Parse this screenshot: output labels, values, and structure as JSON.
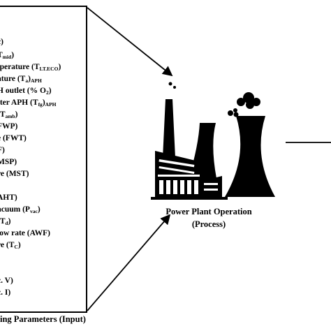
{
  "input_parameters": [
    "c)",
    "T",
    "mperature (T",
    "ature (T",
    "H outlet (% O",
    "fter APH (T",
    "(T",
    "FWP)",
    "e (FWT)",
    "F)",
    "MSP)",
    "re (MST)",
    ")",
    "AHT)",
    "acuum (P",
    "(T",
    "low rate (AWF)",
    "re (T",
    ".",
    "",
    "c. V)",
    "c. I)"
  ],
  "input_subscripts": [
    "",
    "mid",
    "LT.ECO",
    "a",
    "2",
    "fg",
    "amb",
    "",
    "",
    "",
    "",
    "",
    "",
    "",
    "vac",
    "d",
    "",
    "C",
    "",
    "",
    "",
    ""
  ],
  "input_tails": [
    "",
    ")",
    ")",
    ")APH",
    ")",
    ")APH",
    ")",
    "",
    "",
    "",
    "",
    "",
    "",
    "",
    ")",
    ")",
    "",
    ")",
    "",
    "",
    "",
    ""
  ],
  "input_caption": "ing Parameters (Input)",
  "process_caption_line1": "Power Plant Operation",
  "process_caption_line2": "(Process)",
  "colors": {
    "ink": "#000000",
    "building_detail": "#ffffff"
  },
  "icons": [
    "power-plant-icon",
    "cooling-tower-icon",
    "chimney-icon",
    "smoke-icon"
  ]
}
